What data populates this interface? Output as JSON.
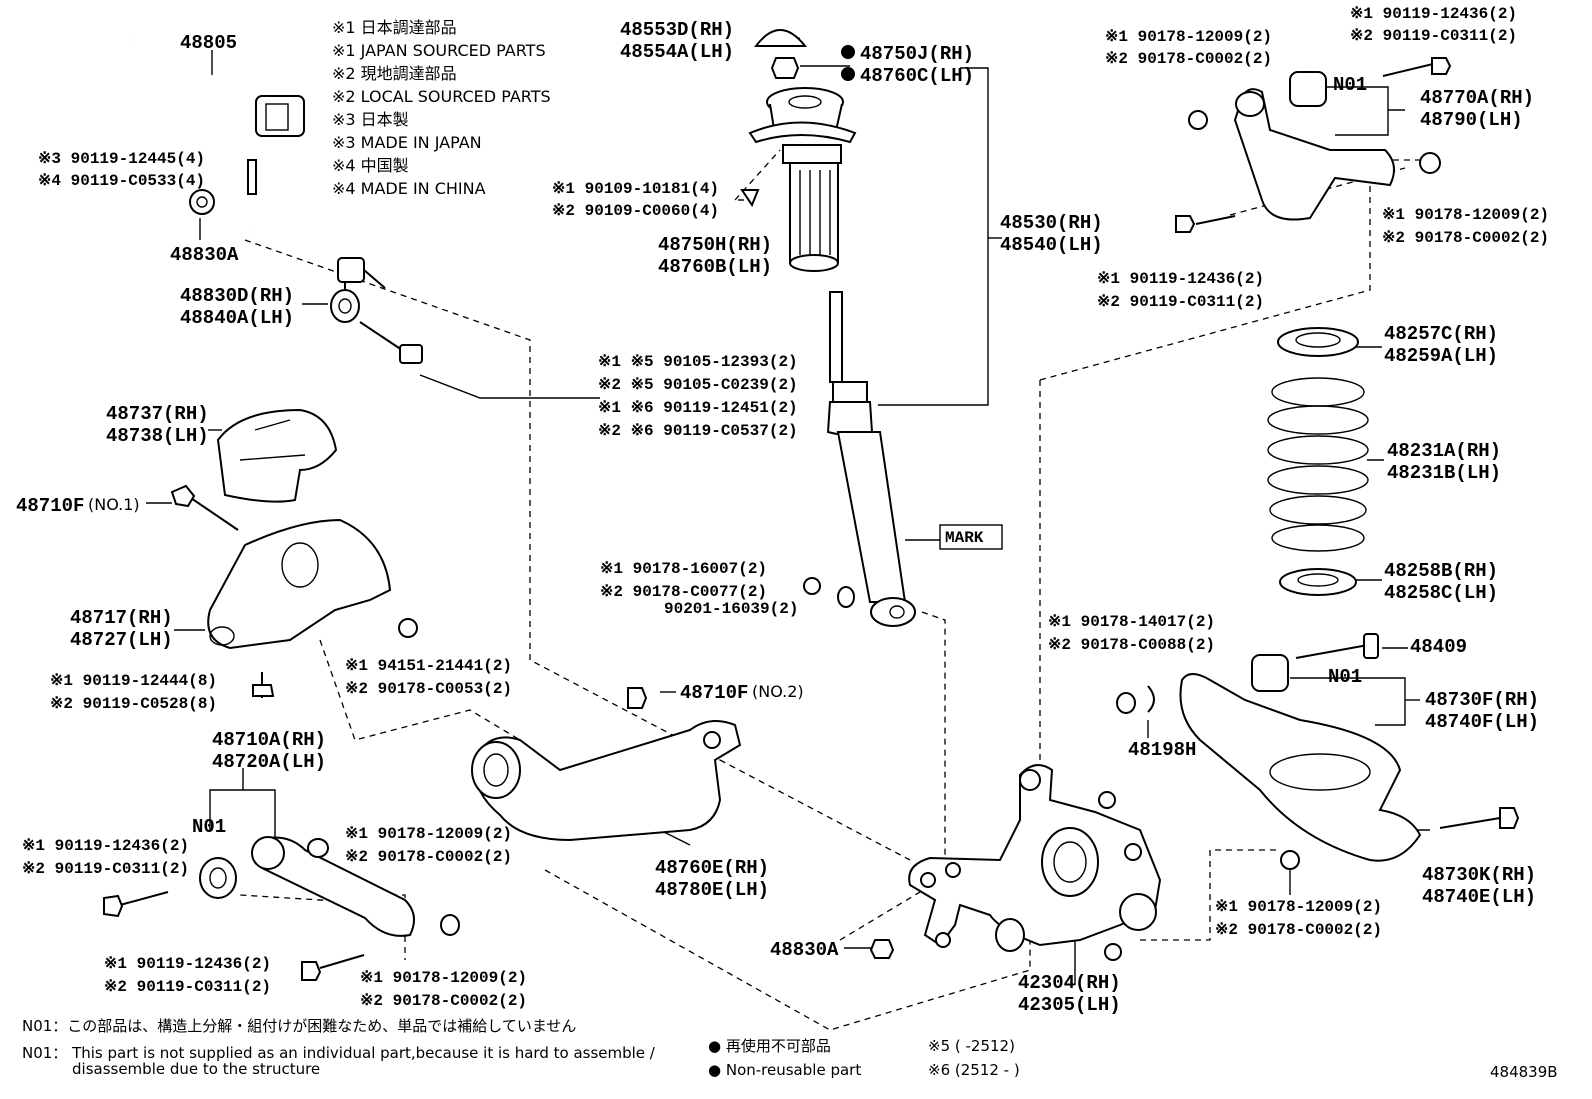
{
  "diagram_id": "484839B",
  "notes": {
    "n1_jp": "※1 日本調達部品",
    "n1_en": "※1 JAPAN SOURCED PARTS",
    "n2_jp": "※2 現地調達部品",
    "n2_en": "※2 LOCAL SOURCED PARTS",
    "n3_jp": "※3 日本製",
    "n3_en": "※3 MADE IN JAPAN",
    "n4_jp": "※4 中国製",
    "n4_en": "※4 MADE IN CHINA"
  },
  "labels": {
    "p48805": "48805",
    "p48553d": "48553D(RH)",
    "p48554a": "48554A(LH)",
    "p48750j": "48750J(RH)",
    "p48760c": "48760C(LH)",
    "b_90119_12445": "※3 90119-12445(4)",
    "b_90119_c0533": "※4 90119-C0533(4)",
    "p48830a_top": "48830A",
    "b_90109_10181": "※1 90109-10181(4)",
    "b_90109_c0060": "※2 90109-C0060(4)",
    "p48750h": "48750H(RH)",
    "p48760b": "48760B(LH)",
    "p48530": "48530(RH)",
    "p48540": "48540(LH)",
    "p48830d": "48830D(RH)",
    "p48840a": "48840A(LH)",
    "b_90105_12393": "※1 ※5  90105-12393(2)",
    "b_90105_c0239": "※2 ※5  90105-C0239(2)",
    "b_90119_12451": "※1 ※6  90119-12451(2)",
    "b_90119_c0537": "※2 ※6  90119-C0537(2)",
    "p48737": "48737(RH)",
    "p48738": "48738(LH)",
    "p48710f1": "48710F",
    "p48710f1_sub": "(NO.1)",
    "mark": "MARK",
    "b_90178_16007": "※1 90178-16007(2)",
    "b_90178_c0077": "※2 90178-C0077(2)",
    "b_90201_16039": "90201-16039(2)",
    "p48717": "48717(RH)",
    "p48727": "48727(LH)",
    "b_94151_21441": "※1 94151-21441(2)",
    "b_90178_c0053": "※2 90178-C0053(2)",
    "b_90119_12444": "※1 90119-12444(8)",
    "b_90119_c0528": "※2 90119-C0528(8)",
    "p48710f2": "48710F",
    "p48710f2_sub": "(NO.2)",
    "p48710a": "48710A(RH)",
    "p48720a": "48720A(LH)",
    "n01_left": "N01",
    "b_l_90119_12436": "※1 90119-12436(2)",
    "b_l_90119_c0311": "※2 90119-C0311(2)",
    "b_l_90178_12009": "※1 90178-12009(2)",
    "b_l_90178_c0002": "※2 90178-C0002(2)",
    "p48760e": "48760E(RH)",
    "p48780e": "48780E(LH)",
    "b_bl_90119_12436": "※1 90119-12436(2)",
    "b_bl_90119_c0311": "※2 90119-C0311(2)",
    "b_bl_90178_12009": "※1 90178-12009(2)",
    "b_bl_90178_c0002": "※2 90178-C0002(2)",
    "p48830a_bot": "48830A",
    "p42304": "42304(RH)",
    "p42305": "42305(LH)",
    "tr_90119_12436": "※1 90119-12436(2)",
    "tr_90119_c0311": "※2 90119-C0311(2)",
    "tr_90178_12009": "※1 90178-12009(2)",
    "tr_90178_c0002": "※2 90178-C0002(2)",
    "n01_tr": "N01",
    "p48770a": "48770A(RH)",
    "p48790": "48790(LH)",
    "tr2_90178_12009": "※1 90178-12009(2)",
    "tr2_90178_c0002": "※2 90178-C0002(2)",
    "tr2_90119_12436": "※1 90119-12436(2)",
    "tr2_90119_c0311": "※2 90119-C0311(2)",
    "p48257c": "48257C(RH)",
    "p48259a": "48259A(LH)",
    "p48231a": "48231A(RH)",
    "p48231b": "48231B(LH)",
    "p48258b": "48258B(RH)",
    "p48258c": "48258C(LH)",
    "r_90178_14017": "※1 90178-14017(2)",
    "r_90178_c0088": "※2 90178-C0088(2)",
    "p48409": "48409",
    "n01_r": "N01",
    "p48730f": "48730F(RH)",
    "p48740f": "48740F(LH)",
    "p48198h": "48198H",
    "p48730k": "48730K(RH)",
    "p48740e": "48740E(LH)",
    "br_90178_12009": "※1 90178-12009(2)",
    "br_90178_c0002": "※2 90178-C0002(2)"
  },
  "footer": {
    "n01_jp": "N01：この部品は、構造上分解・組付けが困難なため、単品では補給していません",
    "n01_en_1": "N01： This part is not supplied as an individual part,because it is hard to assemble /",
    "n01_en_2": "disassemble due to the structure",
    "reuse_jp": "● 再使用不可部品",
    "reuse_en": "● Non-reusable part",
    "note5": "※5 (      -2512)",
    "note6": "※6 (2512 -      )"
  }
}
